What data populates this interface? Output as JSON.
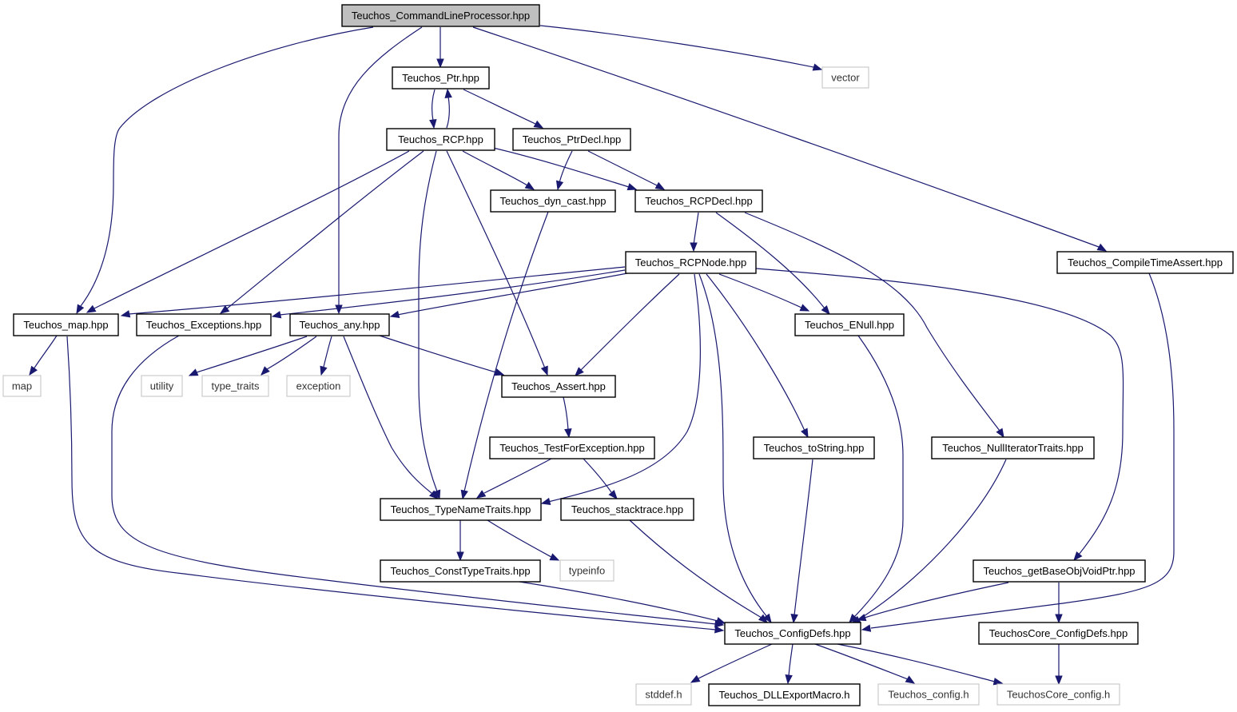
{
  "nodes": [
    {
      "id": "root",
      "label": "Teuchos_CommandLineProcessor.hpp",
      "kind": "root"
    },
    {
      "id": "ptr",
      "label": "Teuchos_Ptr.hpp",
      "kind": "header"
    },
    {
      "id": "vector",
      "label": "vector",
      "kind": "external"
    },
    {
      "id": "rcp",
      "label": "Teuchos_RCP.hpp",
      "kind": "header"
    },
    {
      "id": "ptrdecl",
      "label": "Teuchos_PtrDecl.hpp",
      "kind": "header"
    },
    {
      "id": "dyncast",
      "label": "Teuchos_dyn_cast.hpp",
      "kind": "header"
    },
    {
      "id": "rcpdecl",
      "label": "Teuchos_RCPDecl.hpp",
      "kind": "header"
    },
    {
      "id": "rcpnode",
      "label": "Teuchos_RCPNode.hpp",
      "kind": "header"
    },
    {
      "id": "cta",
      "label": "Teuchos_CompileTimeAssert.hpp",
      "kind": "header"
    },
    {
      "id": "map_hpp",
      "label": "Teuchos_map.hpp",
      "kind": "header"
    },
    {
      "id": "exceptions",
      "label": "Teuchos_Exceptions.hpp",
      "kind": "header"
    },
    {
      "id": "any",
      "label": "Teuchos_any.hpp",
      "kind": "header"
    },
    {
      "id": "enull",
      "label": "Teuchos_ENull.hpp",
      "kind": "header"
    },
    {
      "id": "map",
      "label": "map",
      "kind": "external"
    },
    {
      "id": "utility",
      "label": "utility",
      "kind": "external"
    },
    {
      "id": "type_traits",
      "label": "type_traits",
      "kind": "external"
    },
    {
      "id": "exception",
      "label": "exception",
      "kind": "external"
    },
    {
      "id": "assert",
      "label": "Teuchos_Assert.hpp",
      "kind": "header"
    },
    {
      "id": "tfe",
      "label": "Teuchos_TestForException.hpp",
      "kind": "header"
    },
    {
      "id": "tostring",
      "label": "Teuchos_toString.hpp",
      "kind": "header"
    },
    {
      "id": "nullit",
      "label": "Teuchos_NullIteratorTraits.hpp",
      "kind": "header"
    },
    {
      "id": "tnt",
      "label": "Teuchos_TypeNameTraits.hpp",
      "kind": "header"
    },
    {
      "id": "stacktrace",
      "label": "Teuchos_stacktrace.hpp",
      "kind": "header"
    },
    {
      "id": "ctt",
      "label": "Teuchos_ConstTypeTraits.hpp",
      "kind": "header"
    },
    {
      "id": "typeinfo",
      "label": "typeinfo",
      "kind": "external"
    },
    {
      "id": "gbovp",
      "label": "Teuchos_getBaseObjVoidPtr.hpp",
      "kind": "header"
    },
    {
      "id": "configdefs",
      "label": "Teuchos_ConfigDefs.hpp",
      "kind": "header"
    },
    {
      "id": "coreconfigdefs",
      "label": "TeuchosCore_ConfigDefs.hpp",
      "kind": "header"
    },
    {
      "id": "stddef",
      "label": "stddef.h",
      "kind": "external"
    },
    {
      "id": "dllexport",
      "label": "Teuchos_DLLExportMacro.h",
      "kind": "header"
    },
    {
      "id": "tconfig",
      "label": "Teuchos_config.h",
      "kind": "external"
    },
    {
      "id": "coreconfig",
      "label": "TeuchosCore_config.h",
      "kind": "external"
    }
  ],
  "edges": [
    {
      "from": "root",
      "to": "ptr"
    },
    {
      "from": "root",
      "to": "vector"
    },
    {
      "from": "root",
      "to": "map_hpp"
    },
    {
      "from": "root",
      "to": "any"
    },
    {
      "from": "root",
      "to": "cta"
    },
    {
      "from": "ptr",
      "to": "rcp"
    },
    {
      "from": "rcp",
      "to": "ptr"
    },
    {
      "from": "ptr",
      "to": "ptrdecl"
    },
    {
      "from": "ptrdecl",
      "to": "dyncast"
    },
    {
      "from": "ptrdecl",
      "to": "rcpdecl"
    },
    {
      "from": "rcp",
      "to": "dyncast"
    },
    {
      "from": "rcp",
      "to": "rcpdecl"
    },
    {
      "from": "rcp",
      "to": "map_hpp"
    },
    {
      "from": "rcp",
      "to": "exceptions"
    },
    {
      "from": "rcp",
      "to": "tnt"
    },
    {
      "from": "rcp",
      "to": "assert"
    },
    {
      "from": "dyncast",
      "to": "tnt"
    },
    {
      "from": "rcpdecl",
      "to": "rcpnode"
    },
    {
      "from": "rcpdecl",
      "to": "enull"
    },
    {
      "from": "rcpdecl",
      "to": "nullit"
    },
    {
      "from": "rcpnode",
      "to": "map_hpp"
    },
    {
      "from": "rcpnode",
      "to": "exceptions"
    },
    {
      "from": "rcpnode",
      "to": "any"
    },
    {
      "from": "rcpnode",
      "to": "assert"
    },
    {
      "from": "rcpnode",
      "to": "enull"
    },
    {
      "from": "rcpnode",
      "to": "tostring"
    },
    {
      "from": "rcpnode",
      "to": "tnt"
    },
    {
      "from": "rcpnode",
      "to": "configdefs"
    },
    {
      "from": "rcpnode",
      "to": "gbovp"
    },
    {
      "from": "cta",
      "to": "configdefs"
    },
    {
      "from": "map_hpp",
      "to": "map"
    },
    {
      "from": "map_hpp",
      "to": "configdefs"
    },
    {
      "from": "exceptions",
      "to": "configdefs"
    },
    {
      "from": "any",
      "to": "utility"
    },
    {
      "from": "any",
      "to": "type_traits"
    },
    {
      "from": "any",
      "to": "exception"
    },
    {
      "from": "any",
      "to": "assert"
    },
    {
      "from": "any",
      "to": "tnt"
    },
    {
      "from": "enull",
      "to": "configdefs"
    },
    {
      "from": "assert",
      "to": "tfe"
    },
    {
      "from": "tfe",
      "to": "tnt"
    },
    {
      "from": "tfe",
      "to": "stacktrace"
    },
    {
      "from": "tostring",
      "to": "configdefs"
    },
    {
      "from": "nullit",
      "to": "configdefs"
    },
    {
      "from": "tnt",
      "to": "ctt"
    },
    {
      "from": "tnt",
      "to": "typeinfo"
    },
    {
      "from": "stacktrace",
      "to": "configdefs"
    },
    {
      "from": "ctt",
      "to": "configdefs"
    },
    {
      "from": "gbovp",
      "to": "configdefs"
    },
    {
      "from": "gbovp",
      "to": "coreconfigdefs"
    },
    {
      "from": "configdefs",
      "to": "stddef"
    },
    {
      "from": "configdefs",
      "to": "dllexport"
    },
    {
      "from": "configdefs",
      "to": "tconfig"
    },
    {
      "from": "configdefs",
      "to": "coreconfig"
    },
    {
      "from": "coreconfigdefs",
      "to": "coreconfig"
    }
  ]
}
